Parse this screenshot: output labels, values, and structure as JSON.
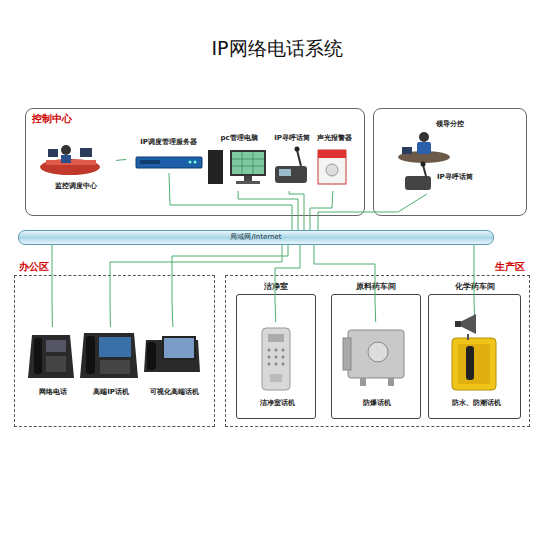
{
  "diagram": {
    "title": "IP网络电话系统",
    "nodes": [
      {
        "text": [
          "控制中心"
        ]
      },
      {
        "text": [
          "监控调度中心"
        ],
        "in": 0
      },
      {
        "text": [
          "IP调度管理服务器"
        ],
        "in": 0
      },
      {
        "text": [
          "pc管理电脑"
        ],
        "in": 0
      },
      {
        "text": [
          "IP寻呼话筒"
        ],
        "in": 0
      },
      {
        "text": [
          "声光报警器"
        ],
        "in": 0
      },
      {
        "text": [
          "领导分控"
        ]
      },
      {
        "text": [
          "IP寻呼话筒"
        ],
        "in": 6
      },
      {
        "text": [
          "局域网/Internet"
        ]
      },
      {
        "text": [
          "办公区"
        ]
      },
      {
        "text": [
          "网络电话"
        ],
        "in": 9
      },
      {
        "text": [
          "高端IP话机"
        ],
        "in": 9
      },
      {
        "text": [
          "可视化高端话机"
        ],
        "in": 9
      },
      {
        "text": [
          "生产区"
        ]
      },
      {
        "text": [
          "洁净室"
        ],
        "in": 13
      },
      {
        "text": [
          "洁净室话机"
        ],
        "in": 14
      },
      {
        "text": [
          "原料药车间"
        ],
        "in": 13
      },
      {
        "text": [
          "防爆话机"
        ],
        "in": 16
      },
      {
        "text": [
          "化学药车间"
        ],
        "in": 13
      },
      {
        "text": [
          "防水、防潮话机"
        ],
        "in": 18
      }
    ],
    "edges": [
      {
        "from": 1,
        "to": 2,
        "arrow": "none"
      },
      {
        "from": 2,
        "to": 8,
        "arrow": "none"
      },
      {
        "from": 3,
        "to": 8,
        "arrow": "none"
      },
      {
        "from": 4,
        "to": 8,
        "arrow": "none"
      },
      {
        "from": 5,
        "to": 8,
        "arrow": "none"
      },
      {
        "from": 7,
        "to": 8,
        "arrow": "none"
      },
      {
        "from": 10,
        "to": 8,
        "arrow": "none"
      },
      {
        "from": 11,
        "to": 8,
        "arrow": "none"
      },
      {
        "from": 12,
        "to": 8,
        "arrow": "none"
      },
      {
        "from": 15,
        "to": 8,
        "arrow": "none"
      },
      {
        "from": 17,
        "to": 8,
        "arrow": "none"
      },
      {
        "from": 19,
        "to": 8,
        "arrow": "none"
      }
    ]
  }
}
